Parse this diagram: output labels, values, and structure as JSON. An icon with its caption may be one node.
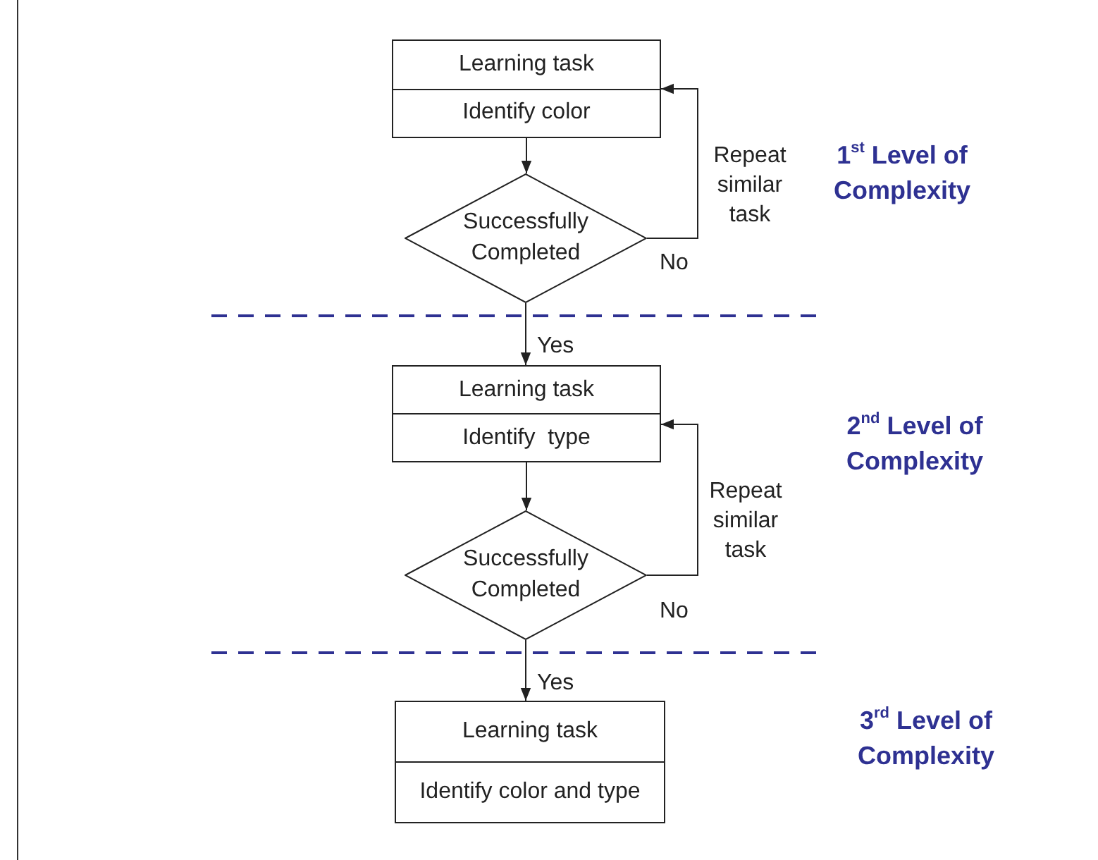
{
  "diagram": {
    "nodes": [
      {
        "text": [
          "Learning task",
          "Identify color"
        ]
      },
      {
        "text": [
          "Successfully Completed"
        ]
      },
      {
        "text": [
          "Learning task",
          "Identify  type"
        ]
      },
      {
        "text": [
          "Successfully Completed"
        ]
      },
      {
        "text": [
          "Learning task",
          "Identify color and type"
        ]
      }
    ],
    "edges": [
      {
        "from": 0,
        "to": 1,
        "arrow": "to"
      },
      {
        "from": 1,
        "to": 0,
        "arrow": "to",
        "label": "Repeat similar task"
      },
      {
        "from": 1,
        "to": 2,
        "arrow": "to",
        "label": "Yes"
      },
      {
        "from": 2,
        "to": 3,
        "arrow": "to"
      },
      {
        "from": 3,
        "to": 2,
        "arrow": "to",
        "label": "Repeat similar task"
      },
      {
        "from": 3,
        "to": 4,
        "arrow": "to",
        "label": "Yes"
      }
    ],
    "labels": [
      "1$^{st}$ Level of Complexity",
      "No",
      "2$^{nd}$ Level of Complexity",
      "No",
      "3$^{rd}$ Level of Complexity"
    ]
  }
}
